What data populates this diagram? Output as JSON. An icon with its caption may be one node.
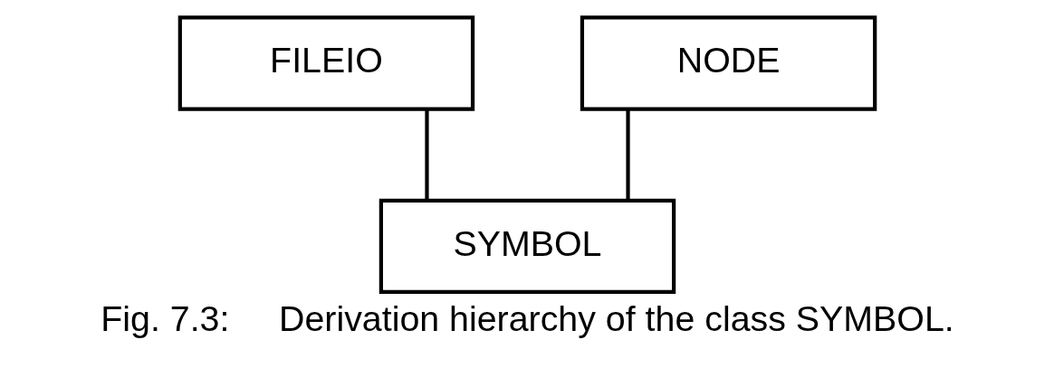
{
  "diagram": {
    "caption": "Fig. 7.3:     Derivation hierarchy of the class SYMBOL.",
    "nodes": [
      {
        "text": [
          "FILEIO"
        ]
      },
      {
        "text": [
          "NODE"
        ]
      },
      {
        "text": [
          "SYMBOL"
        ]
      }
    ],
    "edges": [
      {
        "from": 0,
        "to": 2,
        "arrow": "none"
      },
      {
        "from": 1,
        "to": 2,
        "arrow": "none"
      }
    ]
  }
}
